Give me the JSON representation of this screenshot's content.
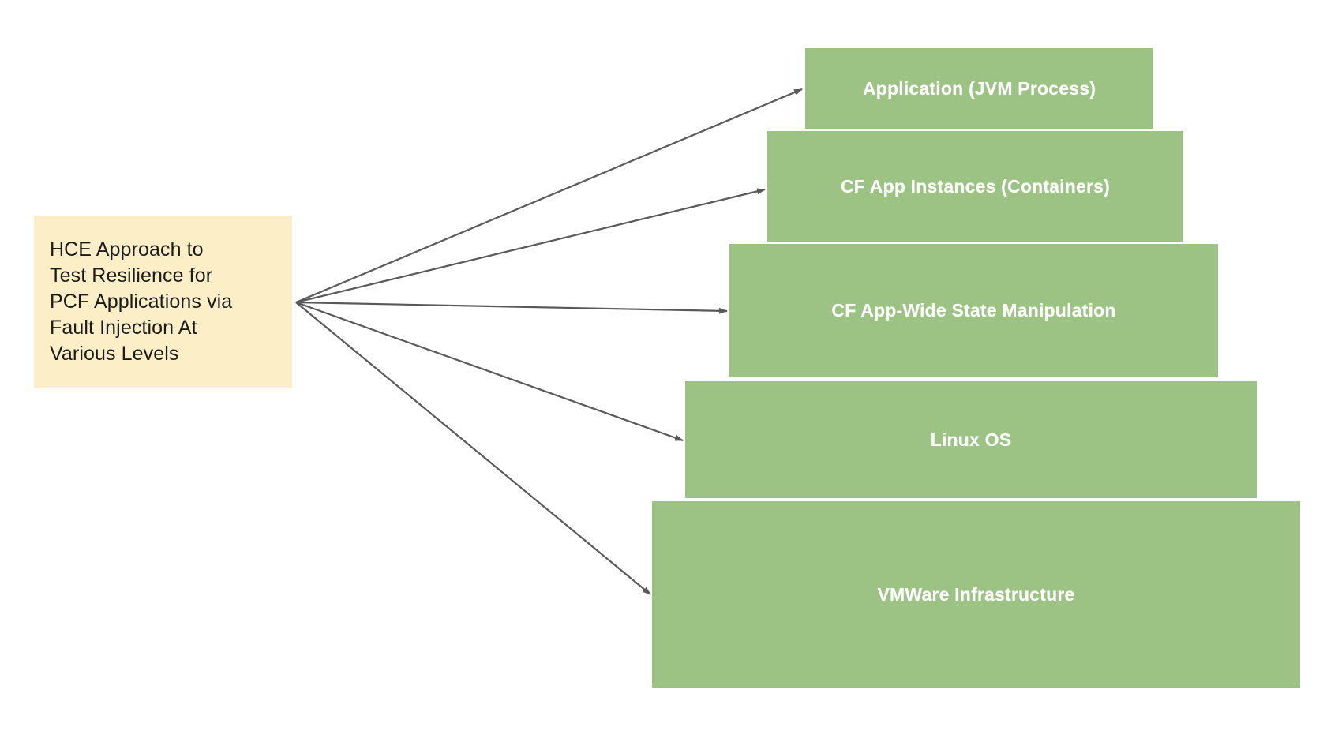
{
  "diagram": {
    "type": "layered-architecture-fan-out",
    "background_color": "#ffffff",
    "source_note": {
      "label": "HCE Approach to\nTest Resilience for\nPCF Applications via\nFault Injection At\nVarious Levels",
      "fill_color": "#FCEFC7",
      "text_color": "#1a1a1a"
    },
    "levels": [
      {
        "label": "Application (JVM Process)",
        "fill_color": "#9CC284",
        "text_color": "#ffffff"
      },
      {
        "label": "CF App Instances (Containers)",
        "fill_color": "#9CC284",
        "text_color": "#ffffff"
      },
      {
        "label": "CF App-Wide State Manipulation",
        "fill_color": "#9CC284",
        "text_color": "#ffffff"
      },
      {
        "label": "Linux OS",
        "fill_color": "#9CC284",
        "text_color": "#ffffff"
      },
      {
        "label": "VMWare Infrastructure",
        "fill_color": "#9CC284",
        "text_color": "#ffffff"
      }
    ],
    "connectors": {
      "count": 5,
      "style": "solid-line-with-arrowhead",
      "color": "#595959",
      "direction": "note-to-level"
    }
  }
}
